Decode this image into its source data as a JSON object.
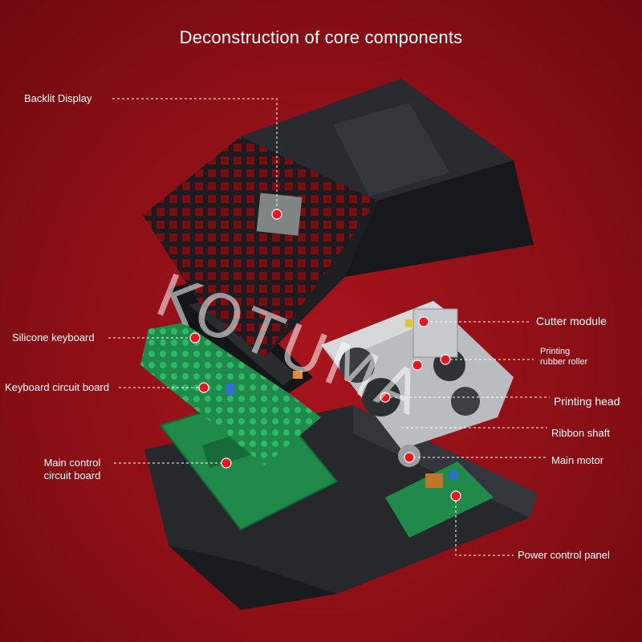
{
  "title": "Deconstruction of core components",
  "labels": {
    "backlit_display": "Backlit Display",
    "silicone_keyboard": "Silicone keyboard",
    "keyboard_circuit_board": "Keyboard circuit board",
    "main_control_line1": "Main control",
    "main_control_line2": "circuit board",
    "cutter_module": "Cutter module",
    "printing_roller_line1": "Printing",
    "printing_roller_line2": "rubber roller",
    "printing_head": "Printing head",
    "ribbon_shaft": "Ribbon shaft",
    "main_motor": "Main motor",
    "power_control_panel": "Power control panel"
  },
  "watermark": "KOTUMA",
  "colors": {
    "background": "#8c0f16",
    "marker": "#e8161f",
    "leader_line": "#ffffff",
    "pcb": "#1f8a4a",
    "housing": "#202226"
  }
}
